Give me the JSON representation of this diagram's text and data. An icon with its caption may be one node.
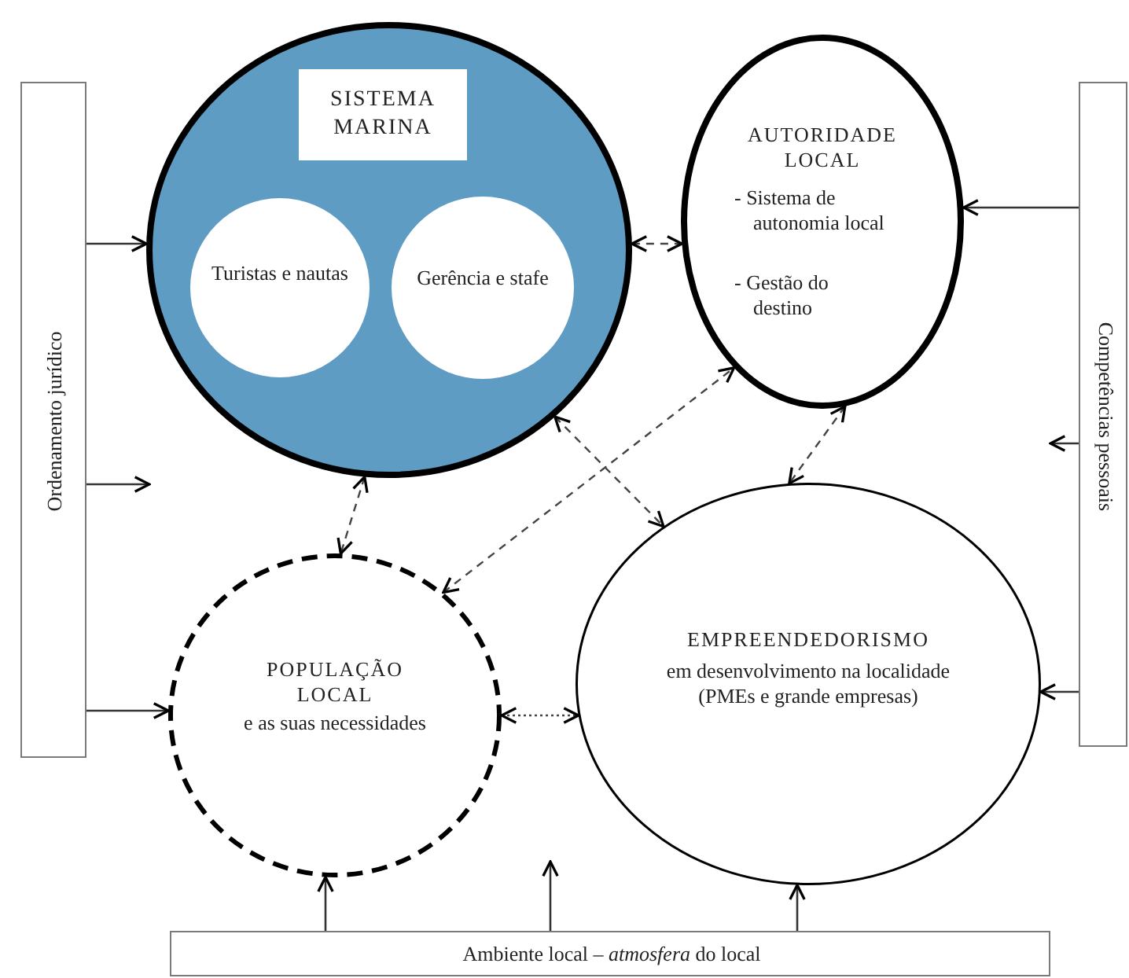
{
  "diagram": {
    "nodes": [
      {
        "text": [
          "Ordenamento jurídico"
        ]
      },
      {
        "text": [
          "SISTEMA MARINA"
        ]
      },
      {
        "text": [
          "Turistas e nautas"
        ],
        "in": 1
      },
      {
        "text": [
          "Gerência e stafe"
        ],
        "in": 1
      },
      {
        "text": [
          "AUTORIDADE LOCAL",
          "- Sistema de autonomia local",
          "- Gestão do destino"
        ]
      },
      {
        "text": [
          "Competências pessoais"
        ]
      },
      {
        "text": [
          "POPULAÇÃO LOCAL",
          "e as suas necessidades"
        ]
      },
      {
        "text": [
          "EMPREENDEDORISMO",
          "em desenvolvimento na localidade (PMEs e grande empresas)"
        ]
      },
      {
        "text": [
          "Ambiente local – *atmosfera* do local"
        ]
      }
    ],
    "edges": [
      {
        "from": 0,
        "to": 1,
        "arrow": "to"
      },
      {
        "from": 0,
        "to": null,
        "arrow": "to"
      },
      {
        "from": 0,
        "to": 6,
        "arrow": "to"
      },
      {
        "from": 5,
        "to": 4,
        "arrow": "to"
      },
      {
        "from": 5,
        "to": null,
        "arrow": "to"
      },
      {
        "from": 5,
        "to": 7,
        "arrow": "to"
      },
      {
        "from": 1,
        "to": 4,
        "arrow": "both",
        "style": "dashed"
      },
      {
        "from": 1,
        "to": 6,
        "arrow": "both",
        "style": "dashed"
      },
      {
        "from": 1,
        "to": 7,
        "arrow": "both",
        "style": "dashed"
      },
      {
        "from": 6,
        "to": 4,
        "arrow": "both",
        "style": "dashed"
      },
      {
        "from": 4,
        "to": 7,
        "arrow": "both",
        "style": "dashed"
      },
      {
        "from": 6,
        "to": 7,
        "arrow": "both",
        "style": "dashed"
      },
      {
        "from": 8,
        "to": 6,
        "arrow": "to"
      },
      {
        "from": 8,
        "to": null,
        "arrow": "to"
      },
      {
        "from": 8,
        "to": 7,
        "arrow": "to"
      }
    ]
  }
}
